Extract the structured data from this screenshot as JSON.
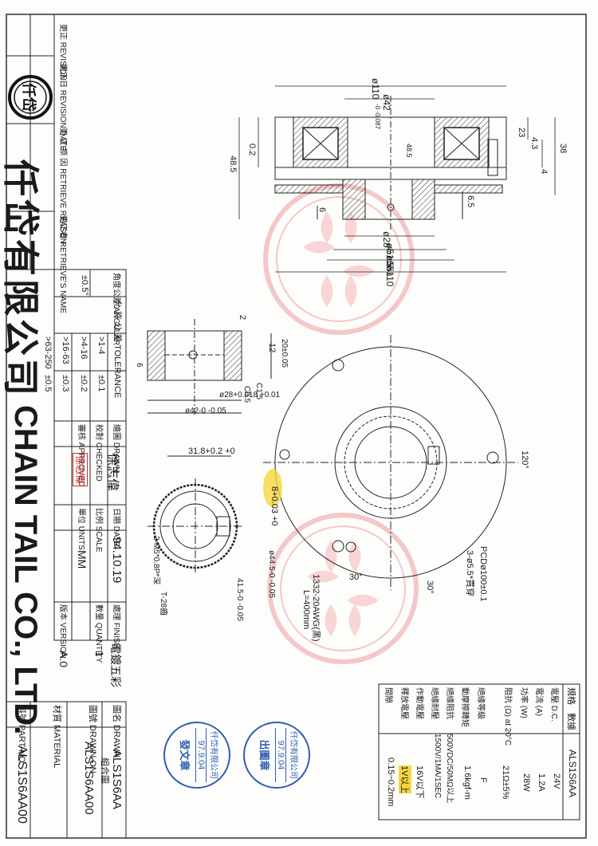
{
  "company": {
    "name_cn": "仟岱有限公司",
    "name_en": "CHAIN TAIL CO., LTD."
  },
  "revision_header": {
    "revision": "更正 REVISION",
    "revision_date": "更正日 REVISION DATE",
    "retrieve_reason": "更 正 原 因 RETRIEVE REASON",
    "retrieve_name": "更正者 RETRIEVE'S NAME"
  },
  "tolerance": {
    "angular_label": "角度公差 ANGULAR",
    "angular_value": "±0.5°",
    "label": "允 許 公 差 TOLERANCE",
    "rows": [
      {
        "range": ">1-4",
        "value": "±0.1"
      },
      {
        "range": ">4-16",
        "value": "±0.2"
      },
      {
        "range": ">16-63",
        "value": "±0.3"
      },
      {
        "range": ">63-250",
        "value": "±0.5"
      }
    ]
  },
  "signoff": {
    "drawn_label": "繪圖 DRAWN",
    "checked_label": "校對 CHECKED",
    "approved_label": "審核 APPROVED",
    "drawn_by": "徐志偉",
    "stamp_text": "徐志偉"
  },
  "meta": {
    "date_label": "日期 DATE",
    "date": "94.10.19",
    "scale_label": "比例 SCALE",
    "units_label": "單位 UNITS",
    "units": "MM",
    "finish_label": "處理 FINISH",
    "finish": "電鍍五彩",
    "quantity_label": "數量 QUANTITY",
    "quantity": "1",
    "version_label": "版本 VERSION",
    "version": "A.0",
    "title_label": "圖名 DRAWN",
    "title": "ALS1S6AA",
    "title_sub": "組合圖",
    "drawn_on_label": "圖號 DRAWN ON",
    "drawn_on": "ALS1S6AA00",
    "material_label": "材質 MATERIAL",
    "part_no_label": "料號 PART NO.",
    "part_no": "ALS1S6AA00"
  },
  "spec_table": {
    "header_key": "規格",
    "header_item": "數據",
    "model": "ALS1S6AA",
    "rows": [
      {
        "label": "電壓 D.C.",
        "value": "24V"
      },
      {
        "label": "電流 (A)",
        "value": "1.2A"
      },
      {
        "label": "功率 (W)",
        "value": "28W"
      },
      {
        "label": "阻抗 (Ω) at 20°C",
        "value": "21Ω±5%"
      },
      {
        "label": "絕緣等級",
        "value": "F"
      },
      {
        "label": "動摩擦轉矩",
        "value": "1.6kgf-m"
      },
      {
        "label": "絕緣阻抗",
        "value": "500VDC/50MΩ以上"
      },
      {
        "label": "絕緣耐壓",
        "value": "1500V/1MA/1SEC"
      },
      {
        "label": "作動電壓",
        "value": "16V以下"
      },
      {
        "label": "釋放電壓",
        "value": "1V以上"
      },
      {
        "label": "間隙",
        "value": "0.15~0.2mm"
      }
    ]
  },
  "dimensions": {
    "d110_top": "ø110",
    "d110_tol": "-0 -0.087",
    "d42": "ø42",
    "d28": "ø28",
    "d28_tol": "+0.018 +0",
    "d51_5": "ø51.5",
    "d55": "ø55",
    "d110": "ø110",
    "h0_2": "0.2",
    "h48_5": "48.5",
    "h48_5_inner": "48.5",
    "h23": "23",
    "h4_3": "4.3",
    "h38": "38",
    "h4": "4",
    "h6": "6",
    "h6_5": "6.5",
    "hub_2": "2",
    "hub_12": "12",
    "hub_20": "20±0.05",
    "hub_6": "6",
    "hub_c1_5": "C1.5",
    "hub_c0_5": "C0.5",
    "hub_d28": "ø28+0.018 +0.01",
    "hub_d42": "ø42-0 -0.05",
    "gear_31_8": "31.8+0.2 +0",
    "gear_8": "8+0.03 +0",
    "gear_m5": "2-M5*0.8P*深",
    "gear_t28": "T-28齒",
    "gear_41_5": "41.5-0 -0.05",
    "gear_44_5": "ø44.5-0 -0.05",
    "angle_120": "120°",
    "angle_30a": "30°",
    "angle_30b": "30°",
    "pcd": "PCDø100±0.1",
    "holes": "3-ø5.5*貫穿",
    "wire": "1332-20AWG(黑)",
    "wire_len": "L=400mm"
  },
  "stamps": {
    "stamp1_line1": "仟岱有限公司",
    "stamp1_date": "97.9.04",
    "stamp1_line2": "發文章",
    "stamp2_line1": "仟岱有限公司",
    "stamp2_date": "97.9.04",
    "stamp2_line2": "出圖章"
  },
  "colors": {
    "ink": "#1a1a1a",
    "stamp_blue": "#2f5fb0",
    "stamp_red": "#d03030",
    "watermark": "#e88a8a",
    "highlight": "#f5d640"
  }
}
